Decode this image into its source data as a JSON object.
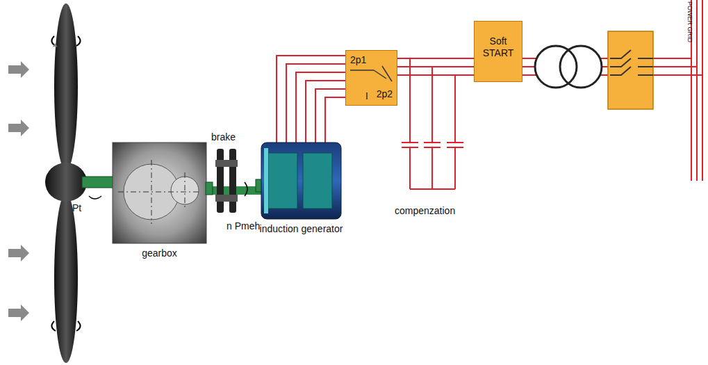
{
  "diagram": {
    "nodes": [
      {
        "text": [
          "gearbox"
        ]
      },
      {
        "text": [
          "induction generator"
        ]
      },
      {
        "text": [
          "2p1",
          "2p2"
        ]
      },
      {
        "text": [
          "Soft START"
        ]
      }
    ],
    "edges": [
      {
        "from": 0,
        "to": 1,
        "arrow": "none"
      },
      {
        "from": 1,
        "to": 2,
        "arrow": "none"
      },
      {
        "from": 2,
        "to": 3,
        "arrow": "none"
      }
    ],
    "labels": [
      "Pt",
      "brake",
      "n Pmeh",
      "compenzation",
      "POWER GRID"
    ]
  }
}
